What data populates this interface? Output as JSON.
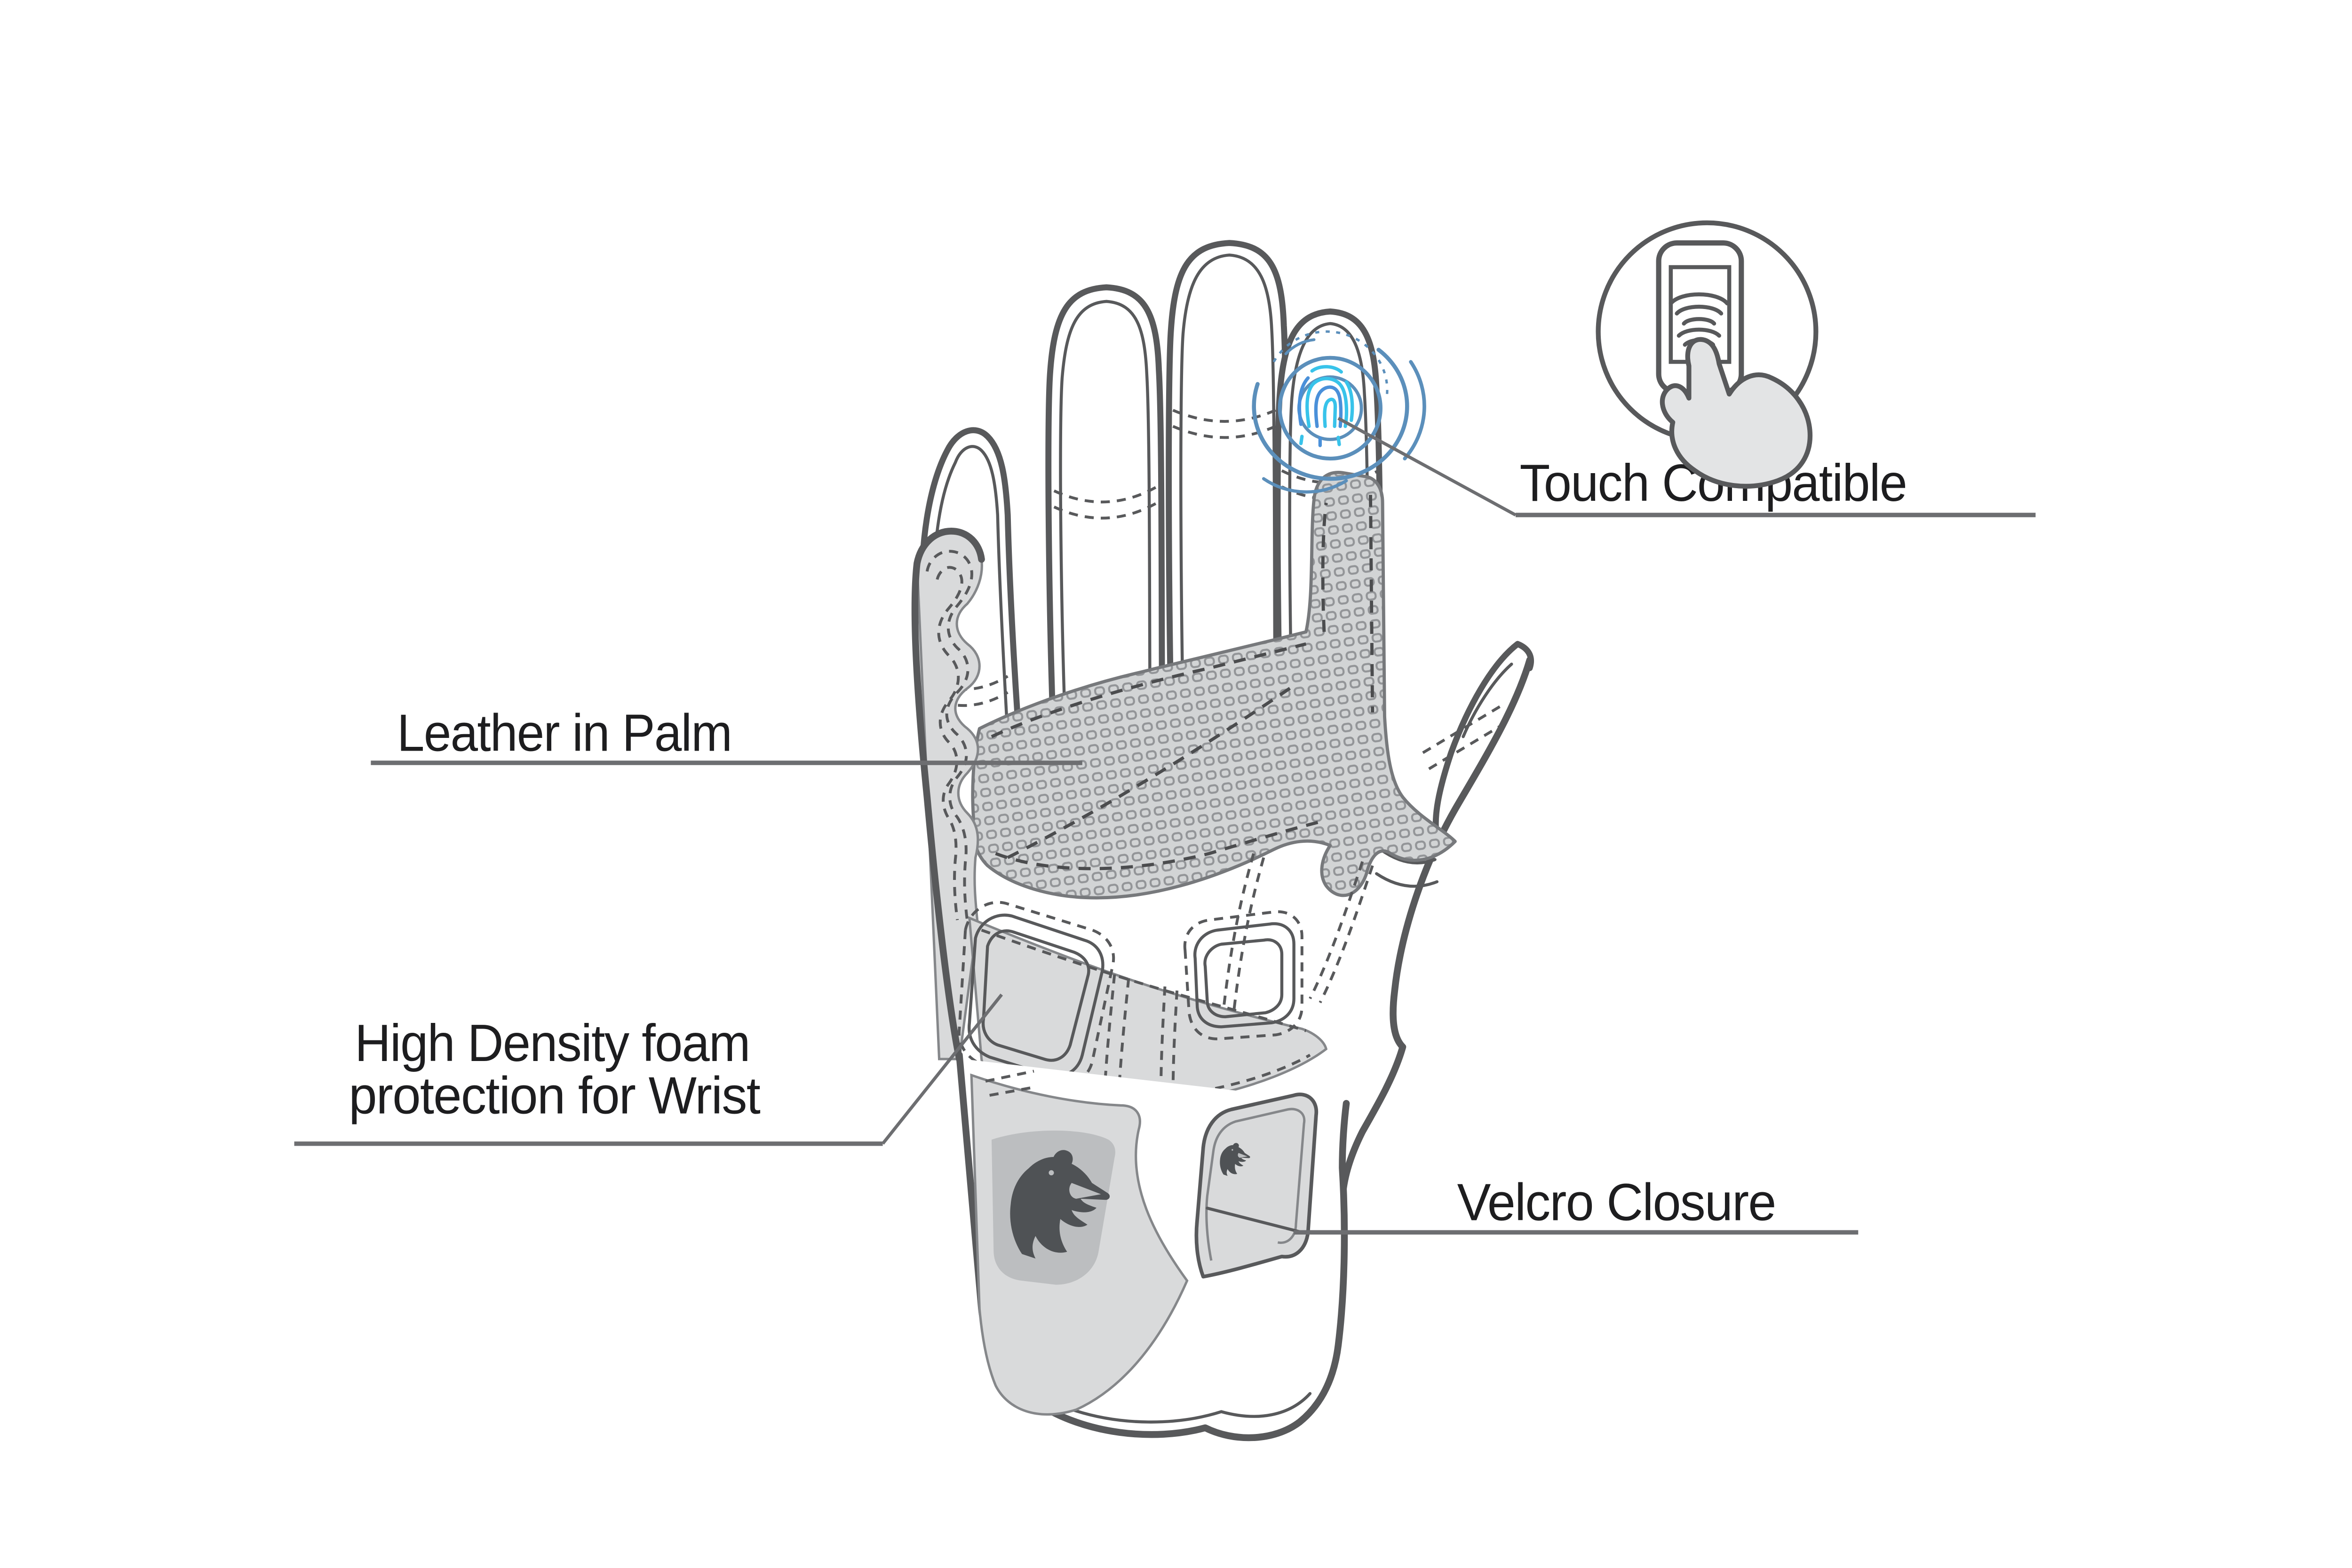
{
  "page": {
    "background": "#ffffff"
  },
  "colors": {
    "background": "#ffffff",
    "outline": "#58595b",
    "outline_dark": "#4b4c4e",
    "leader": "#6d6e71",
    "text": "#1d1d1f",
    "glove_light_gray": "#d9dadb",
    "glove_mid_gray": "#bcbec0",
    "bear_dark": "#4f5255",
    "perf_bg": "#d2d4d5",
    "perf_ring": "#939598",
    "ripple_blue": "#5b8fbb",
    "fingerprint_cyan": "#38c3ea",
    "fingerprint_blue": "#4a90d9",
    "hand_gray": "#e3e4e5"
  },
  "diagram": {
    "subject": "motorcycle-glove-palm-feature-diagram",
    "annotations": {
      "touch": {
        "label": "Touch Compatible"
      },
      "leather": {
        "label": "Leather in Palm"
      },
      "wrist_foam": {
        "label_line1": "High Density foam",
        "label_line2": "protection for Wrist"
      },
      "velcro": {
        "label": "Velcro Closure"
      }
    },
    "icons": {
      "touch_badge": "touch-compatible-icon",
      "phone": "smartphone-icon",
      "wifi": "wifi-waves-icon",
      "hand_cursor": "tapping-hand-icon",
      "fingerprint": "fingerprint-touch-icon",
      "ripples": "touch-ripples-icon",
      "bear_logo": "bear-logo-icon"
    }
  }
}
